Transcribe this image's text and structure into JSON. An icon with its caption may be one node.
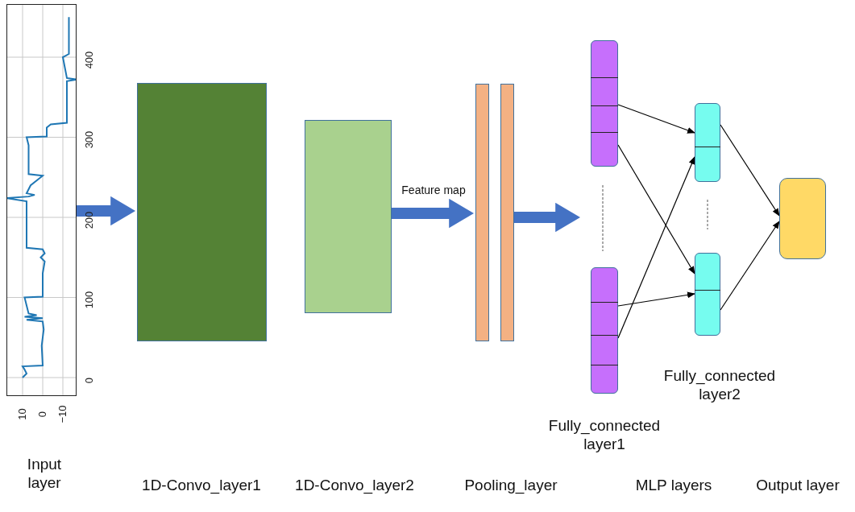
{
  "diagram": {
    "nodes": [
      {
        "text": [],
        "shape": "chart"
      },
      {
        "text": [],
        "shape": "box"
      },
      {
        "text": [],
        "shape": "box"
      },
      {
        "text": [],
        "shape": "bar"
      },
      {
        "text": [],
        "shape": "bar"
      },
      {
        "text": [],
        "shape": "bar"
      },
      {
        "text": [],
        "shape": "bar"
      },
      {
        "text": [],
        "shape": "bar"
      },
      {
        "text": [],
        "shape": "bar"
      },
      {
        "text": [],
        "shape": "box"
      }
    ],
    "edges": [
      {
        "from": 0,
        "to": 1,
        "arrow": "to",
        "style": "thick",
        "color": "#4472c4"
      },
      {
        "from": 2,
        "to": 3,
        "arrow": "to",
        "label": "Feature map",
        "style": "thick",
        "color": "#4472c4"
      },
      {
        "from": 4,
        "to": null,
        "arrow": "to",
        "style": "thick",
        "color": "#4472c4"
      },
      {
        "from": 5,
        "to": 7,
        "arrow": "to"
      },
      {
        "from": 5,
        "to": 8,
        "arrow": "to"
      },
      {
        "from": 6,
        "to": 7,
        "arrow": "to"
      },
      {
        "from": 6,
        "to": 8,
        "arrow": "to"
      },
      {
        "from": 7,
        "to": 9,
        "arrow": "to"
      },
      {
        "from": 8,
        "to": 9,
        "arrow": "to"
      }
    ],
    "labels": [
      "400",
      "300",
      "200",
      "100",
      "0",
      "10",
      "0",
      "−10",
      "Fully_connected layer2",
      "Fully_connected layer1",
      "Input layer",
      "1D-Convo_layer1",
      "1D-Convo_layer2",
      "Pooling_layer",
      "MLP layers",
      "Output layer"
    ]
  }
}
